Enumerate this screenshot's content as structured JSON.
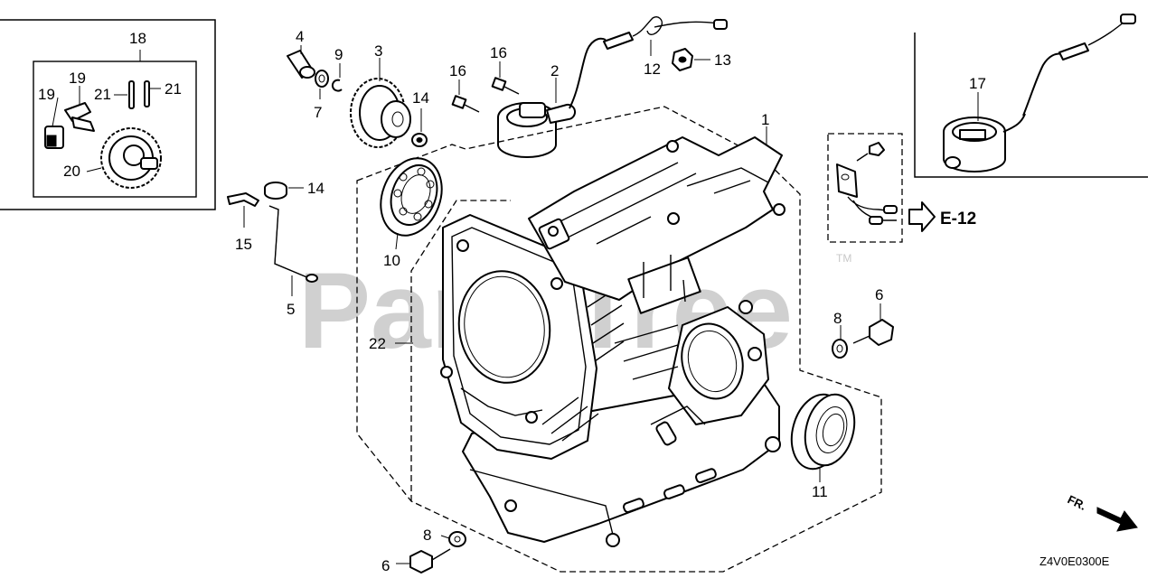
{
  "watermark": {
    "text": "PartsTree",
    "trademark": "TM"
  },
  "diagram_code": "Z4V0E0300E",
  "reference": {
    "label": "E-12"
  },
  "front_marker": {
    "label": "FR."
  },
  "callouts": {
    "c1": "1",
    "c2": "2",
    "c3": "3",
    "c4": "4",
    "c5": "5",
    "c6a": "6",
    "c6b": "6",
    "c7": "7",
    "c8a": "8",
    "c8b": "8",
    "c9": "9",
    "c10": "10",
    "c11": "11",
    "c12": "12",
    "c13": "13",
    "c14a": "14",
    "c14b": "14",
    "c15": "15",
    "c16a": "16",
    "c16b": "16",
    "c17": "17",
    "c18": "18",
    "c19a": "19",
    "c19b": "19",
    "c20": "20",
    "c21a": "21",
    "c21b": "21",
    "c22": "22"
  }
}
